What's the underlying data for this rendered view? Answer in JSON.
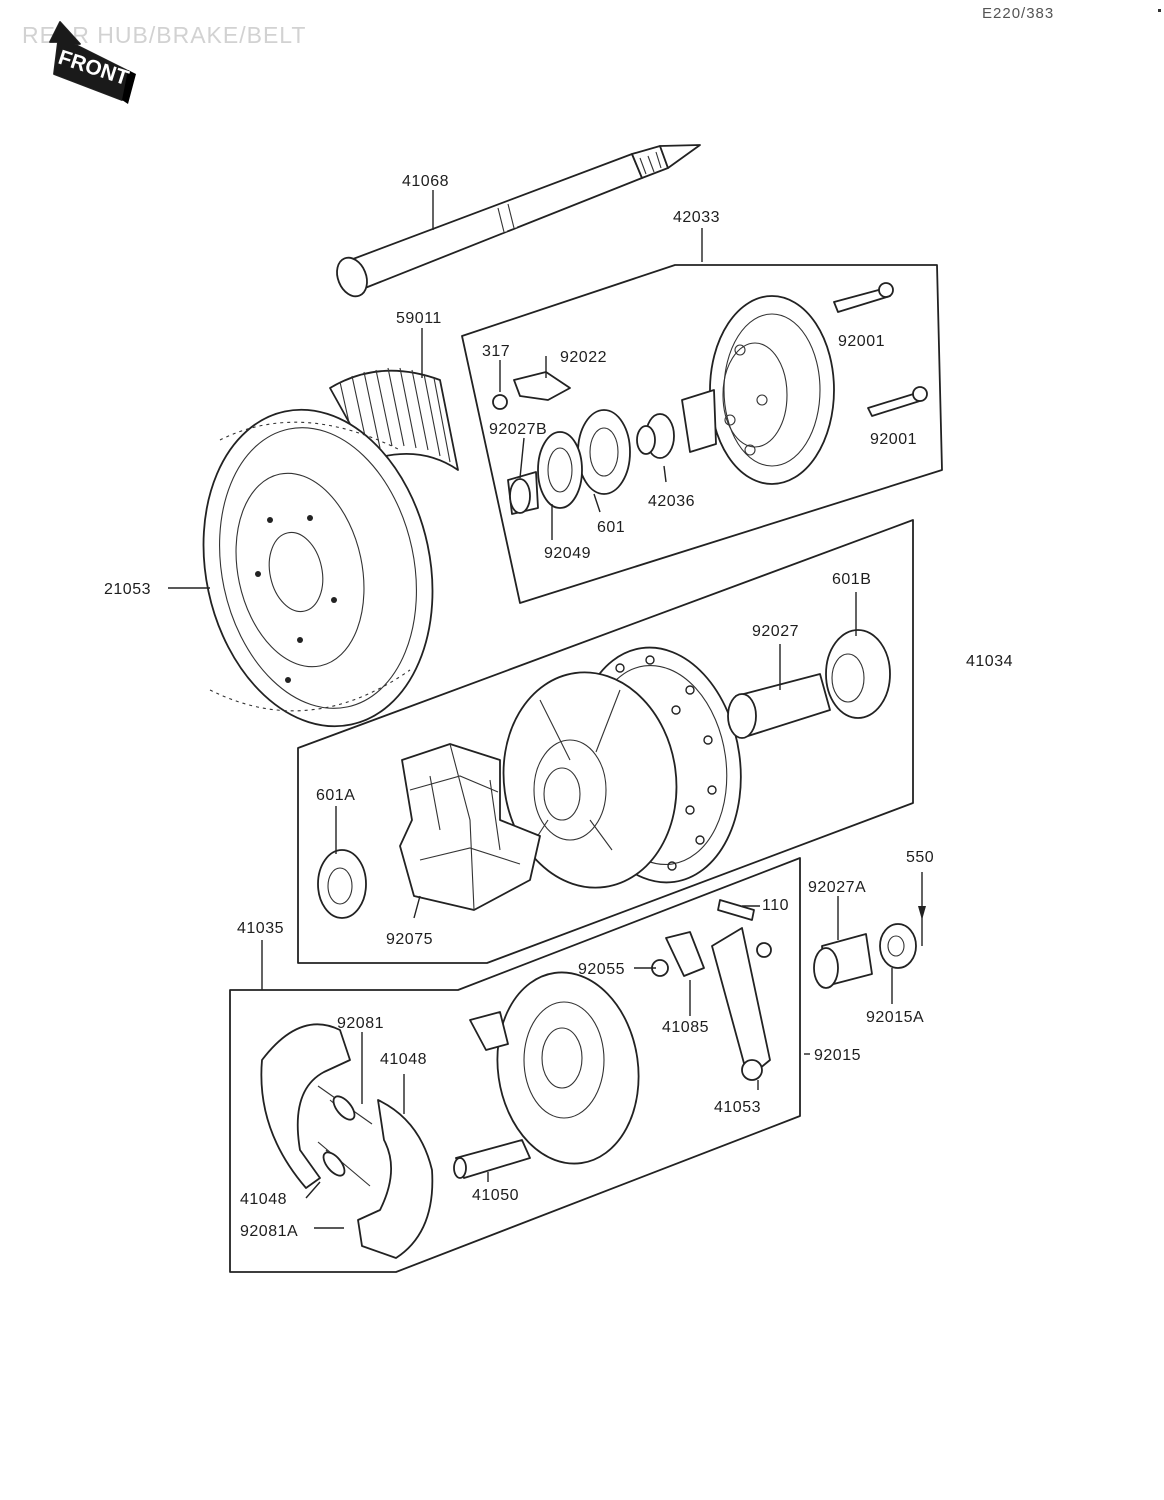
{
  "header": {
    "title": "REAR HUB/BRAKE/BELT",
    "ref": "E220/383",
    "front_badge": "FRONT"
  },
  "diagram": {
    "callouts": {
      "c41068": "41068",
      "c42033": "42033",
      "c59011": "59011",
      "c317": "317",
      "c92022": "92022",
      "c92001a": "92001",
      "c92001b": "92001",
      "c92027b": "92027B",
      "c42036": "42036",
      "c601": "601",
      "c92049": "92049",
      "c21053": "21053",
      "c601b": "601B",
      "c92027": "92027",
      "c41034": "41034",
      "c601a": "601A",
      "c92075": "92075",
      "c41035": "41035",
      "c550": "550",
      "c92027a": "92027A",
      "c110": "110",
      "c92055": "92055",
      "c92015a": "92015A",
      "c92081": "92081",
      "c41048": "41048",
      "c41085": "41085",
      "c92015": "92015",
      "c41053": "41053",
      "c41048b": "41048",
      "c41050": "41050",
      "c92081a": "92081A"
    }
  }
}
